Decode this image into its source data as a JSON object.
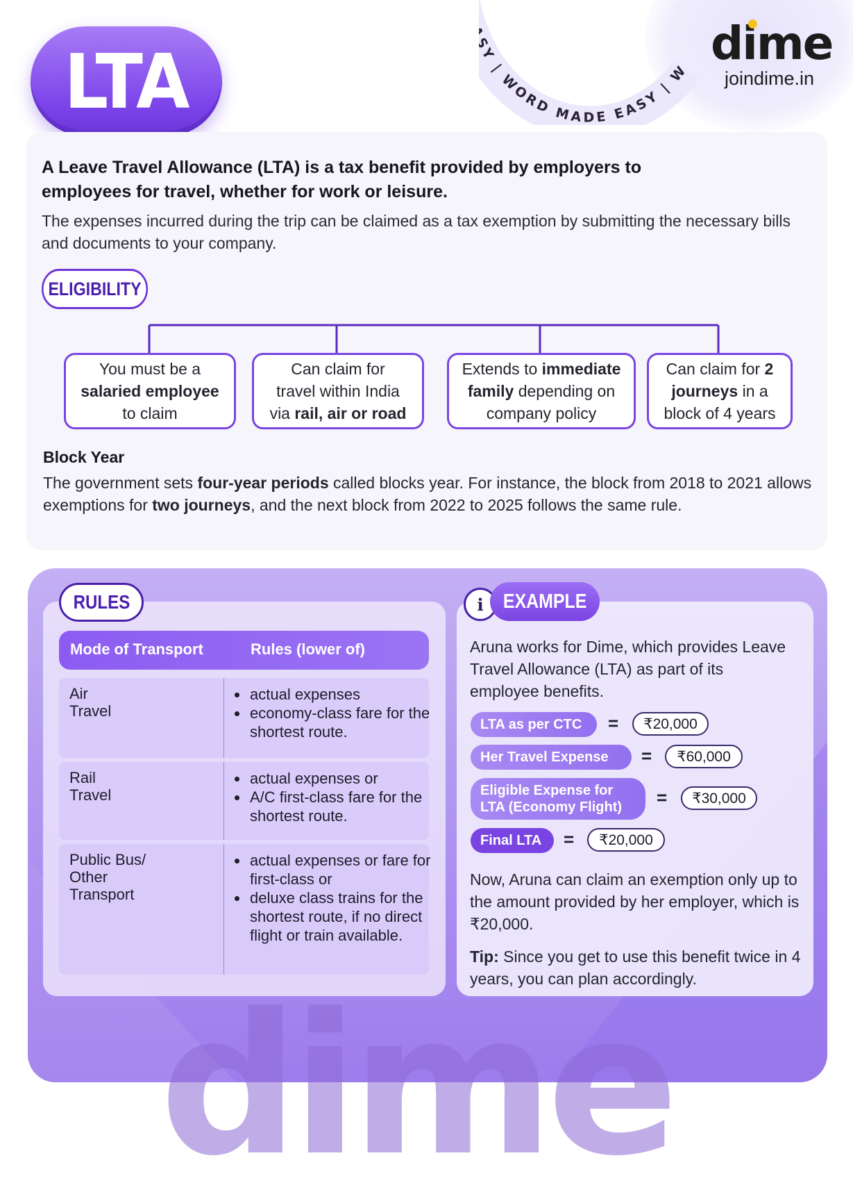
{
  "badge": {
    "title": "LTA"
  },
  "brand": {
    "name": "dime",
    "site": "joindime.in",
    "ring_text": "A WORD MADE EASY | WORD MADE EASY | WORD MADE EASY | WO"
  },
  "intro": {
    "lead": "A Leave Travel Allowance (LTA) is a tax benefit provided by employers to employees for travel, whether for work or leisure.",
    "detail": "The expenses incurred during the trip can be claimed as a tax exemption by submitting the necessary bills and documents to your company."
  },
  "eligibility": {
    "label": "ELIGIBILITY",
    "items": [
      {
        "a": "You must be a",
        "b": "salaried employee",
        "c": "to claim"
      },
      {
        "a": "Can claim for",
        "b": "travel within India",
        "c": "via ",
        "d": "rail, air or road"
      },
      {
        "a": "Extends to ",
        "b": "immediate",
        "c": "family",
        "d": " depending on",
        "e": "company policy"
      },
      {
        "a": "Can claim for ",
        "b": "2",
        "c": "journeys",
        "d": " in a",
        "e": "block of 4 years"
      }
    ]
  },
  "block_year": {
    "title": "Block Year",
    "t1": "The government sets ",
    "b1": "four-year periods",
    "t2": " called blocks year. For instance, the block from 2018 to 2021 allows exemptions for ",
    "b2": "two journeys",
    "t3": ", and the next block from 2022 to 2025 follows the same rule."
  },
  "rules": {
    "label": "RULES",
    "headers": {
      "mode": "Mode of Transport",
      "rules": "Rules (lower of)"
    },
    "rows": [
      {
        "mode_l1": "Air",
        "mode_l2": "Travel",
        "r1": "actual expenses",
        "r2": "economy-class fare for the shortest route."
      },
      {
        "mode_l1": "Rail",
        "mode_l2": "Travel",
        "r1": "actual expenses or",
        "r2": "A/C first-class fare for the shortest route."
      },
      {
        "mode_l1": "Public Bus/",
        "mode_l2": "Other",
        "mode_l3": "Transport",
        "r1": "actual expenses or fare for first-class or",
        "r2": "deluxe class trains for the shortest route, if no direct flight or train available."
      }
    ]
  },
  "example": {
    "label": "EXAMPLE",
    "info_icon_glyph": "i",
    "intro": "Aruna works for Dime, which provides Leave Travel Allowance (LTA) as part of its employee benefits.",
    "eq_sign": "=",
    "lines": [
      {
        "label": "LTA as per CTC",
        "value": "₹20,000"
      },
      {
        "label": "Her Travel Expense",
        "value": "₹60,000"
      },
      {
        "label_l1": "Eligible Expense for",
        "label_l2": "LTA (Economy Flight)",
        "value": "₹30,000"
      },
      {
        "label": "Final LTA",
        "value": "₹20,000"
      }
    ],
    "conclusion": "Now, Aruna can claim an exemption only up to the amount provided by her employer, which is ₹20,000.",
    "tip_label": "Tip:",
    "tip_text": " Since you get to use this benefit twice in 4 years, you can plan accordingly."
  },
  "colors": {
    "accent": "#7a45e0",
    "accent_dark": "#4a1fb0",
    "coin": "#f6c21a"
  }
}
